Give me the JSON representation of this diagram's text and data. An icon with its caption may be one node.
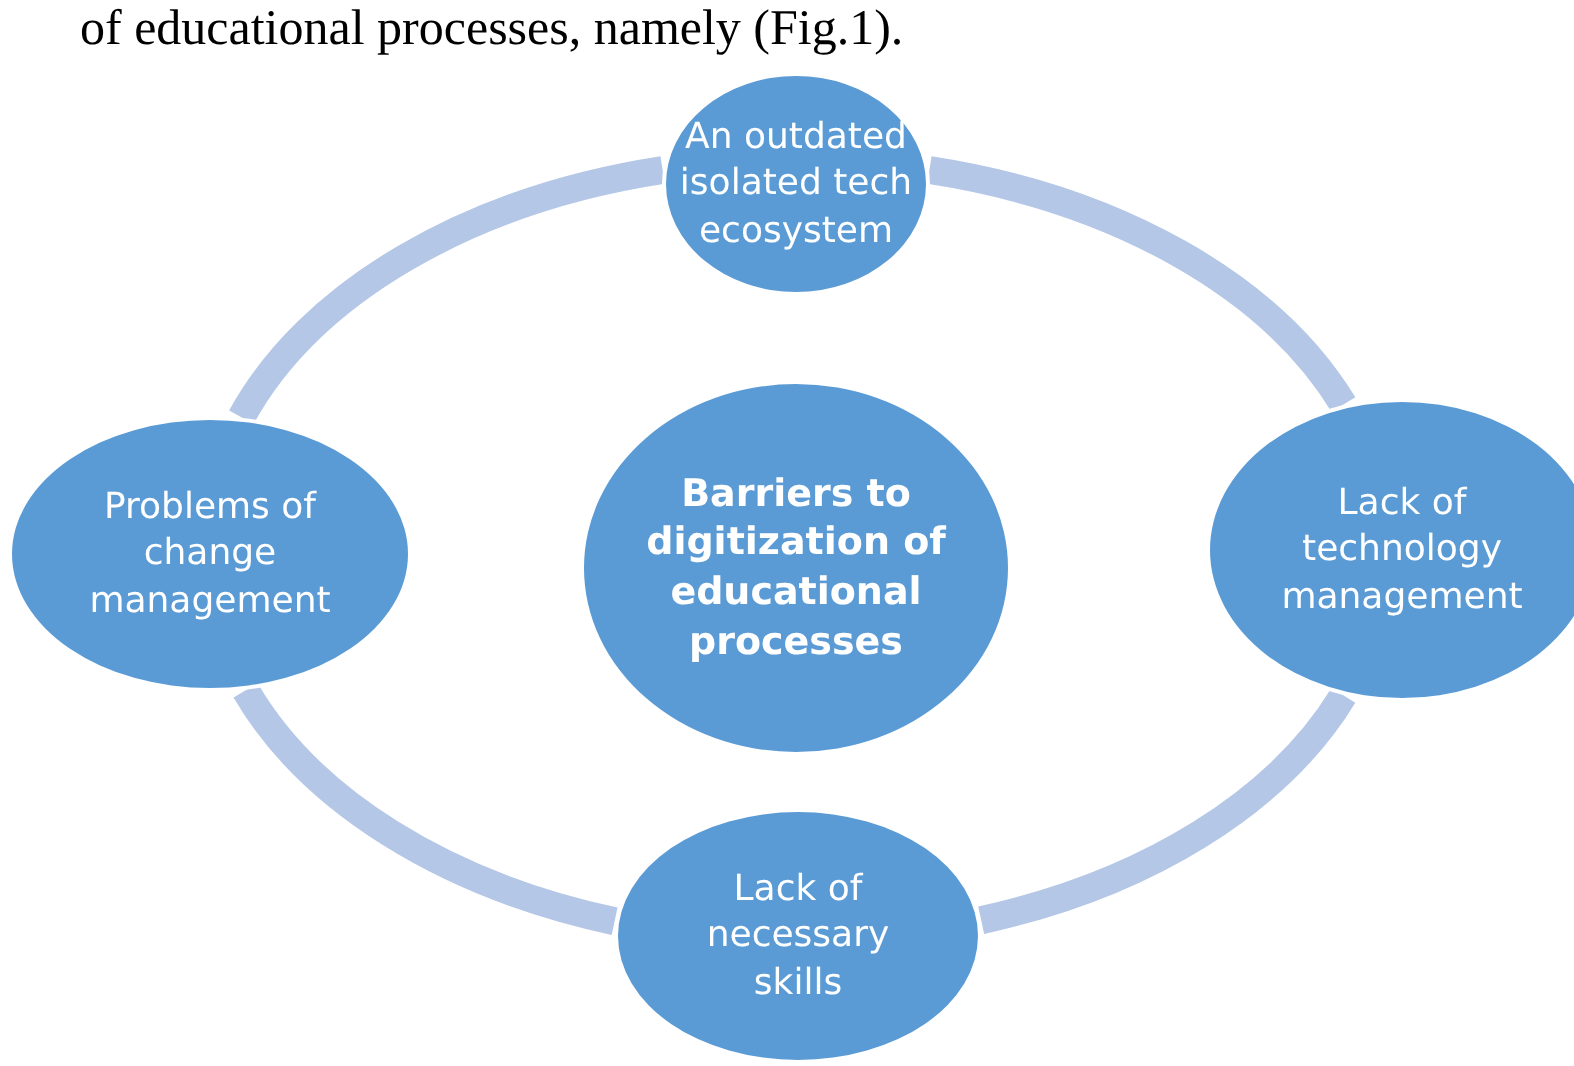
{
  "diagram": {
    "nodes": [
      {
        "text": [
          "Barriers to digitization of educational processes"
        ]
      },
      {
        "text": [
          "An outdated isolated  tech ecosystem"
        ]
      },
      {
        "text": [
          "Lack of technology management"
        ]
      },
      {
        "text": [
          "Lack of necessary skills"
        ]
      },
      {
        "text": [
          "Problems of change management"
        ]
      }
    ],
    "edges": [
      {
        "from": 1,
        "to": 2,
        "arrow": "none"
      },
      {
        "from": 2,
        "to": 3,
        "arrow": "none"
      },
      {
        "from": 3,
        "to": 4,
        "arrow": "none"
      },
      {
        "from": 4,
        "to": 1,
        "arrow": "none"
      }
    ],
    "labels": [
      "of educational processes, namely (Fig.1)."
    ]
  }
}
